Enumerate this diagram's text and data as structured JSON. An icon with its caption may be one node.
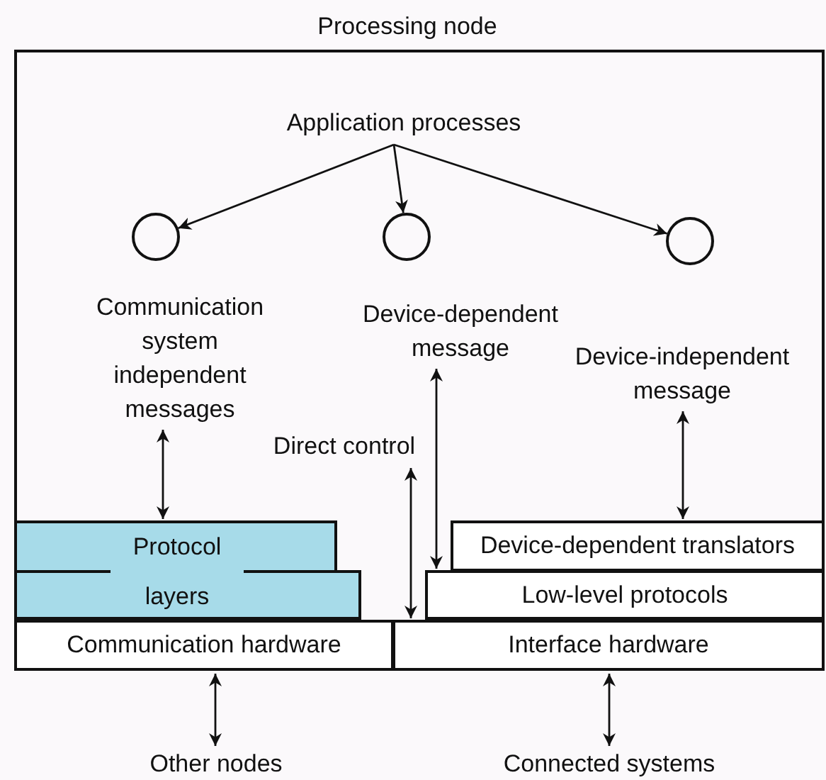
{
  "diagram": {
    "nodes": [
      {
        "text": [
          "Processing node"
        ]
      },
      {
        "text": [
          "Application processes"
        ],
        "in": 0
      },
      {
        "text": [],
        "shape": "circle",
        "in": 0
      },
      {
        "text": [],
        "shape": "circle",
        "in": 0
      },
      {
        "text": [],
        "shape": "circle",
        "in": 0
      },
      {
        "text": [
          "Communication system independent messages"
        ],
        "in": 0
      },
      {
        "text": [
          "Device-dependent message"
        ],
        "in": 0
      },
      {
        "text": [
          "Device-independent message"
        ],
        "in": 0
      },
      {
        "text": [
          "Direct control"
        ],
        "in": 0
      },
      {
        "text": [
          "Protocol layers"
        ],
        "in": 0
      },
      {
        "text": [
          "Device-dependent translators"
        ],
        "in": 0
      },
      {
        "text": [
          "Low-level protocols"
        ],
        "in": 0
      },
      {
        "text": [
          "Communication hardware"
        ],
        "in": 0
      },
      {
        "text": [
          "Interface hardware"
        ],
        "in": 0
      },
      {
        "text": [
          "Other nodes"
        ]
      },
      {
        "text": [
          "Connected systems"
        ]
      }
    ],
    "edges": [
      {
        "from": 1,
        "to": 2,
        "arrow": "to"
      },
      {
        "from": 1,
        "to": 3,
        "arrow": "to"
      },
      {
        "from": 1,
        "to": 4,
        "arrow": "to"
      },
      {
        "from": 5,
        "to": 9,
        "arrow": "both"
      },
      {
        "from": 8,
        "to": 13,
        "arrow": "both"
      },
      {
        "from": 6,
        "to": 11,
        "arrow": "both"
      },
      {
        "from": 7,
        "to": 10,
        "arrow": "both"
      },
      {
        "from": 12,
        "to": 14,
        "arrow": "both"
      },
      {
        "from": 13,
        "to": 15,
        "arrow": "both"
      }
    ]
  }
}
